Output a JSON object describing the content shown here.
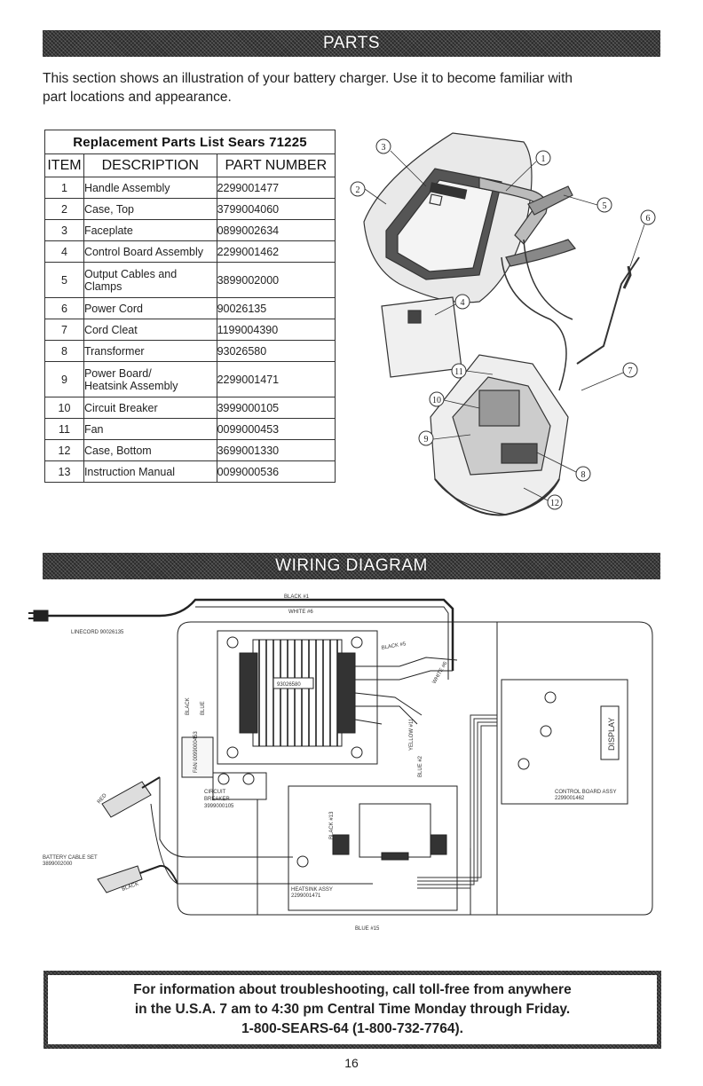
{
  "parts_section": {
    "banner_title": "PARTS",
    "intro_line1": "This section shows an illustration of your battery charger. Use it to become familiar with",
    "intro_line2": "part locations and appearance."
  },
  "parts_table": {
    "title": "Replacement Parts List Sears 71225",
    "headers": {
      "item": "ITEM",
      "description": "DESCRIPTION",
      "part_number": "PART NUMBER"
    },
    "rows": [
      {
        "item": "1",
        "description": "Handle Assembly",
        "part_number": "2299001477"
      },
      {
        "item": "2",
        "description": "Case, Top",
        "part_number": "3799004060"
      },
      {
        "item": "3",
        "description": "Faceplate",
        "part_number": "0899002634"
      },
      {
        "item": "4",
        "description": "Control Board Assembly",
        "part_number": "2299001462"
      },
      {
        "item": "5",
        "description_line1": "Output Cables and",
        "description_line2": "Clamps",
        "part_number": "3899002000"
      },
      {
        "item": "6",
        "description": "Power Cord",
        "part_number": "90026135"
      },
      {
        "item": "7",
        "description": "Cord Cleat",
        "part_number": "1199004390"
      },
      {
        "item": "8",
        "description": "Transformer",
        "part_number": "93026580"
      },
      {
        "item": "9",
        "description_line1": "Power Board/",
        "description_line2": "Heatsink Assembly",
        "part_number": "2299001471"
      },
      {
        "item": "10",
        "description": "Circuit Breaker",
        "part_number": "3999000105"
      },
      {
        "item": "11",
        "description": "Fan",
        "part_number": "0099000453"
      },
      {
        "item": "12",
        "description": "Case, Bottom",
        "part_number": "3699001330"
      },
      {
        "item": "13",
        "description": "Instruction Manual",
        "part_number": "0099000536"
      }
    ]
  },
  "exploded_view": {
    "callouts": [
      "3",
      "1",
      "2",
      "5",
      "6",
      "4",
      "11",
      "7",
      "10",
      "9",
      "8",
      "12"
    ]
  },
  "wiring_section": {
    "banner_title": "WIRING DIAGRAM",
    "labels": {
      "black_1": "BLACK #1",
      "white_6": "WHITE #6",
      "linecord": "LINECORD 90026135",
      "black_5": "BLACK #5",
      "white_6b": "WHITE #6",
      "yellow_11": "YELLOW #11",
      "blue_2": "BLUE #2",
      "transformer": "93026580",
      "black_v": "BLACK",
      "blue_v": "BLUE",
      "fan": "FAN 0099000453",
      "circuit_breaker_1": "CIRCUIT",
      "circuit_breaker_2": "BREAKER",
      "circuit_breaker_pn": "3999000105",
      "display": "DISPLAY",
      "control_board_1": "CONTROL BOARD ASSY",
      "control_board_pn": "2299001462",
      "black_13": "BLACK #13",
      "battery_cable_1": "BATTERY CABLE SET",
      "battery_cable_pn": "3899002000",
      "red": "RED",
      "black_clamp": "BLACK",
      "heatsink_1": "HEATSINK ASSY",
      "heatsink_pn": "2299001471",
      "blue_15": "BLUE #15"
    }
  },
  "info_box": {
    "line1": "For information about troubleshooting, call toll-free from anywhere",
    "line2": "in the U.S.A. 7 am to 4:30 pm Central Time Monday through Friday.",
    "line3": "1-800-SEARS-64 (1-800-732-7764)."
  },
  "page_number": "16"
}
